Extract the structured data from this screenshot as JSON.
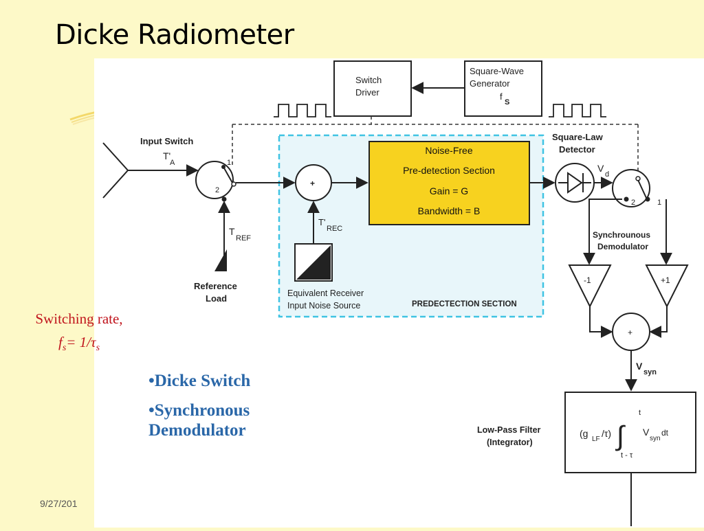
{
  "slide": {
    "title": "Dicke Radiometer",
    "date": "9/27/201",
    "side_note": "Switching rate,",
    "formula": {
      "f": "f",
      "f_sub": "s",
      "rest": "= 1/",
      "tau": "τ",
      "tau_sub": "s"
    },
    "bullets": [
      "•Dicke Switch",
      "•Synchronous Demodulator"
    ]
  },
  "diagram": {
    "switch_driver": [
      "Switch",
      "Driver"
    ],
    "square_wave": {
      "line1": "Square-Wave",
      "line2": "Generator",
      "f": "f",
      "f_sub": "S"
    },
    "input_switch": "Input Switch",
    "ta": {
      "main": "T'",
      "sub": "A"
    },
    "tref": {
      "main": "T",
      "sub": "REF"
    },
    "reference_load": [
      "Reference",
      "Load"
    ],
    "trec": {
      "main": "T'",
      "sub": "REC"
    },
    "noise_source": [
      "Equivalent Receiver",
      "Input Noise Source"
    ],
    "predetection_label": "PREDECTECTION SECTION",
    "yellow_box": [
      "Noise-Free",
      "Pre-detection Section",
      "Gain = G",
      "Bandwidth = B"
    ],
    "detector": [
      "Square-Law",
      "Detector"
    ],
    "vd": {
      "main": "V",
      "sub": "d"
    },
    "demodulator": [
      "Synchrounous",
      "Demodulator"
    ],
    "switch_ports": [
      "1",
      "2"
    ],
    "amp_neg": "-1",
    "amp_pos": "+1",
    "sum_plus": "+",
    "vsyn": {
      "main": "V",
      "sub": "syn"
    },
    "lpf": [
      "Low-Pass Filter",
      "(Integrator)"
    ],
    "integral": {
      "left": "(g",
      "sub": "LF",
      "right": "/τ)",
      "body": "V",
      "body_sub": "syn",
      "dt": " dt",
      "upper": "t",
      "lower": "t - τ"
    }
  },
  "colors": {
    "background": "#fdf9c8",
    "accent_red": "#c0141c",
    "bullet_blue": "#2a67a8",
    "predetection_fill": "#e8f6fa",
    "predetection_border": "#3fc3e3",
    "yellow_box": "#f7d21f"
  }
}
